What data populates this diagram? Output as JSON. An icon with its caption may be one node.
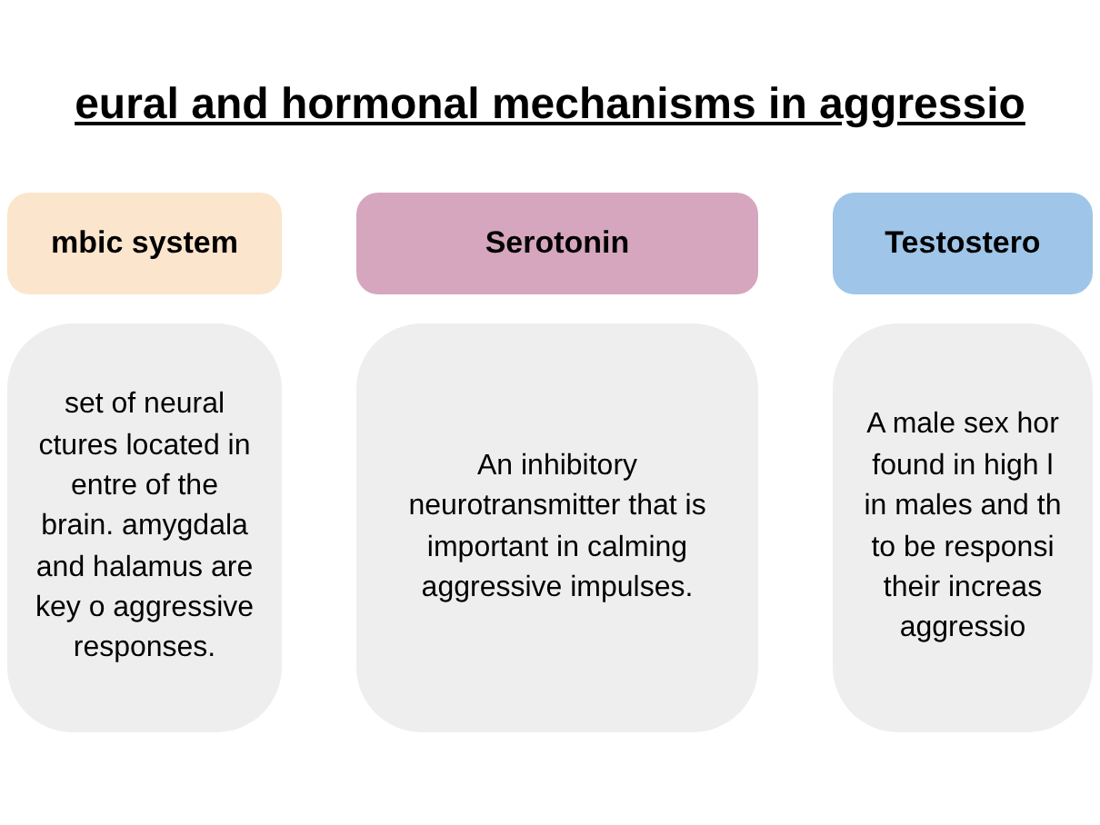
{
  "diagram": {
    "title": "eural and hormonal mechanisms in aggressio",
    "nodes": [
      {
        "text": [
          "mbic system"
        ]
      },
      {
        "text": [
          "set of neural ctures located in entre of the brain. amygdala and halamus are key o aggressive responses."
        ]
      },
      {
        "text": [
          "Serotonin"
        ]
      },
      {
        "text": [
          "An inhibitory neurotransmitter that is important in calming aggressive impulses."
        ]
      },
      {
        "text": [
          "Testostero"
        ]
      },
      {
        "text": [
          "A male sex hor found in high l in males and th to be responsi their increas aggressio"
        ]
      }
    ]
  }
}
